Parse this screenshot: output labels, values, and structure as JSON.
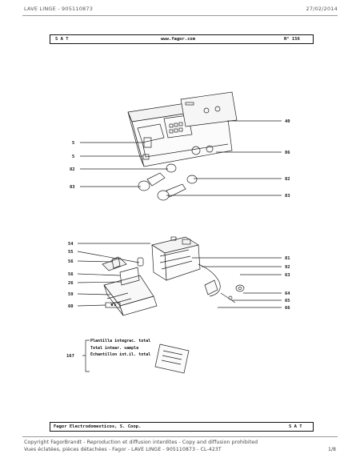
{
  "header": {
    "left": "LAVE LINGE - 905110873",
    "right": "27/02/2014"
  },
  "sat_bar": {
    "left": "S A T",
    "center": "www.fagor.com",
    "right": "N° 156"
  },
  "callouts_top": [
    "40",
    "5",
    "5",
    "86",
    "82",
    "82",
    "83",
    "83"
  ],
  "callouts_bottom_left": [
    "54",
    "55",
    "56",
    "56",
    "26",
    "59",
    "60"
  ],
  "callouts_bottom_right": [
    "81",
    "92",
    "63",
    "64",
    "65",
    "66"
  ],
  "note": {
    "code": "167",
    "line1": "Plantilla integrac. total",
    "line2": "Total intear. sample",
    "line3": "Echantillon int.il. total"
  },
  "footer_bar": {
    "left": "Fagor Electrodomesticos, S. Coop.",
    "right": "S A T"
  },
  "footer": {
    "line1": "Copyright FagorBrandt - Reproduction et diffusion interdites - Copy and diffusion prohibited",
    "line2": "Vues éclatées, pièces détachées - Fagor - LAVE LINGE - 905110873 - CL-423T",
    "page": "1/8"
  }
}
